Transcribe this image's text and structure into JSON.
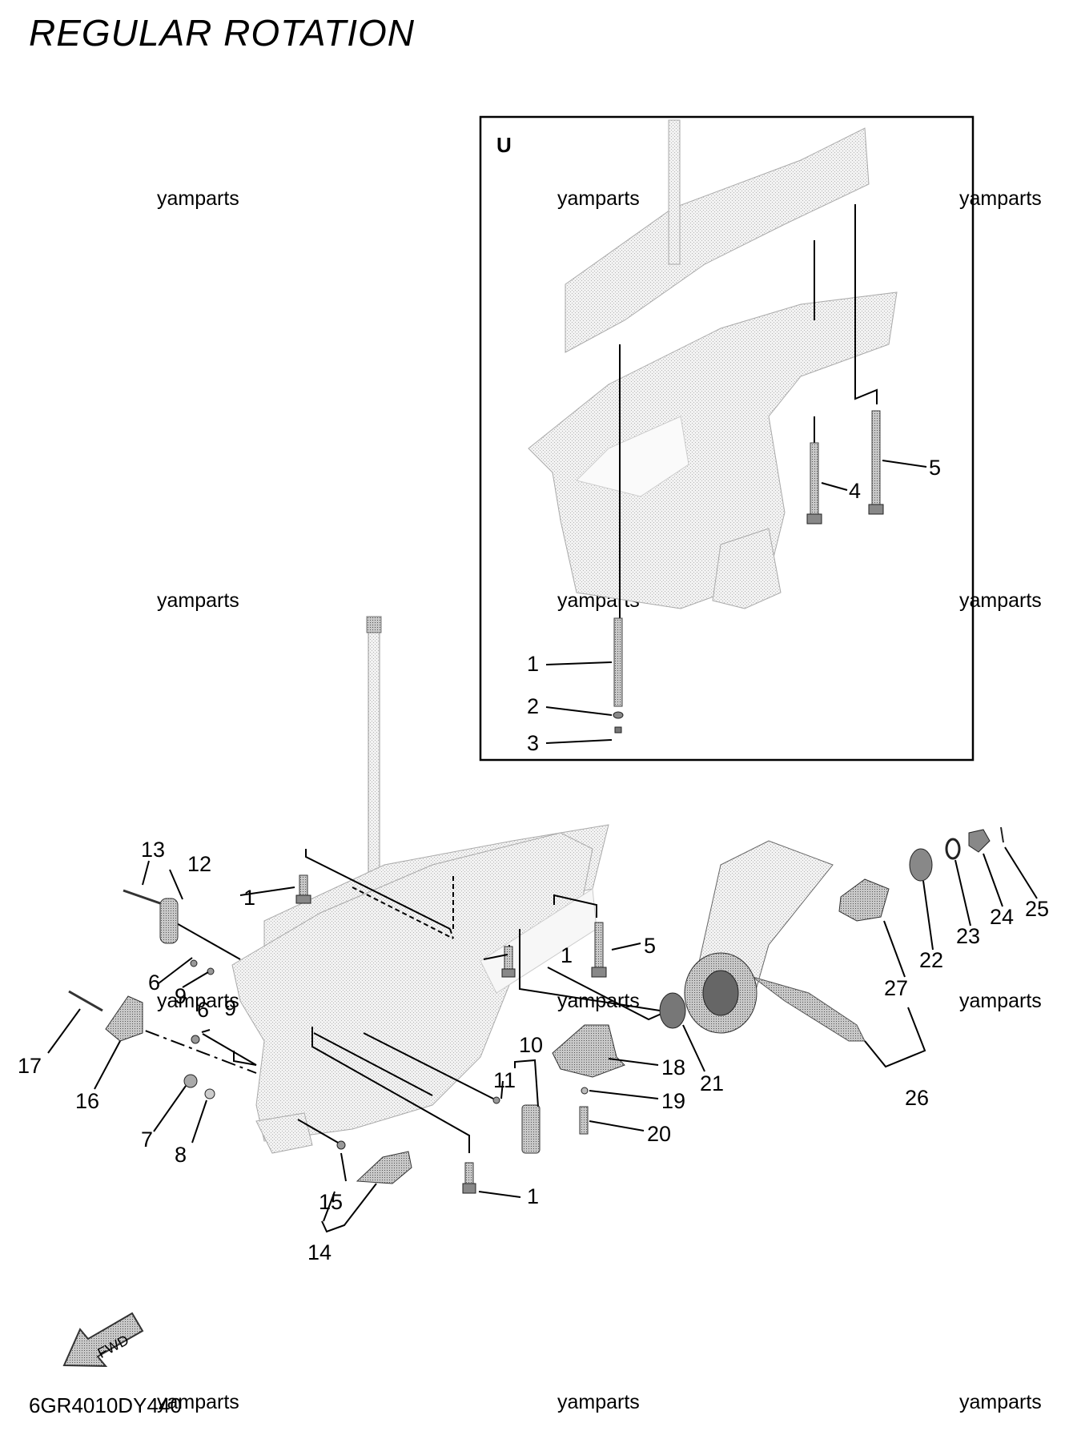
{
  "title": "REGULAR ROTATION",
  "inset_label": "U",
  "diagram_code": "6GR4010DY440",
  "fwd_label": "FWD",
  "watermark": "yamparts",
  "callouts": {
    "inset_1": "1",
    "inset_2": "2",
    "inset_3": "3",
    "inset_4": "4",
    "inset_5": "5",
    "main_1a": "1",
    "main_1b": "1",
    "main_1c": "1",
    "main_5": "5",
    "main_6a": "6",
    "main_6b": "6",
    "main_7": "7",
    "main_8": "8",
    "main_9a": "9",
    "main_9b": "9",
    "main_10": "10",
    "main_11": "11",
    "main_12": "12",
    "main_13": "13",
    "main_14": "14",
    "main_15": "15",
    "main_16": "16",
    "main_17": "17",
    "main_18": "18",
    "main_19": "19",
    "main_20": "20",
    "main_21": "21",
    "main_22": "22",
    "main_23": "23",
    "main_24": "24",
    "main_25": "25",
    "main_26": "26",
    "main_27": "27"
  },
  "colors": {
    "part_fill": "#e6e6e6",
    "part_dark": "#9a9a9a",
    "line": "#000000"
  }
}
